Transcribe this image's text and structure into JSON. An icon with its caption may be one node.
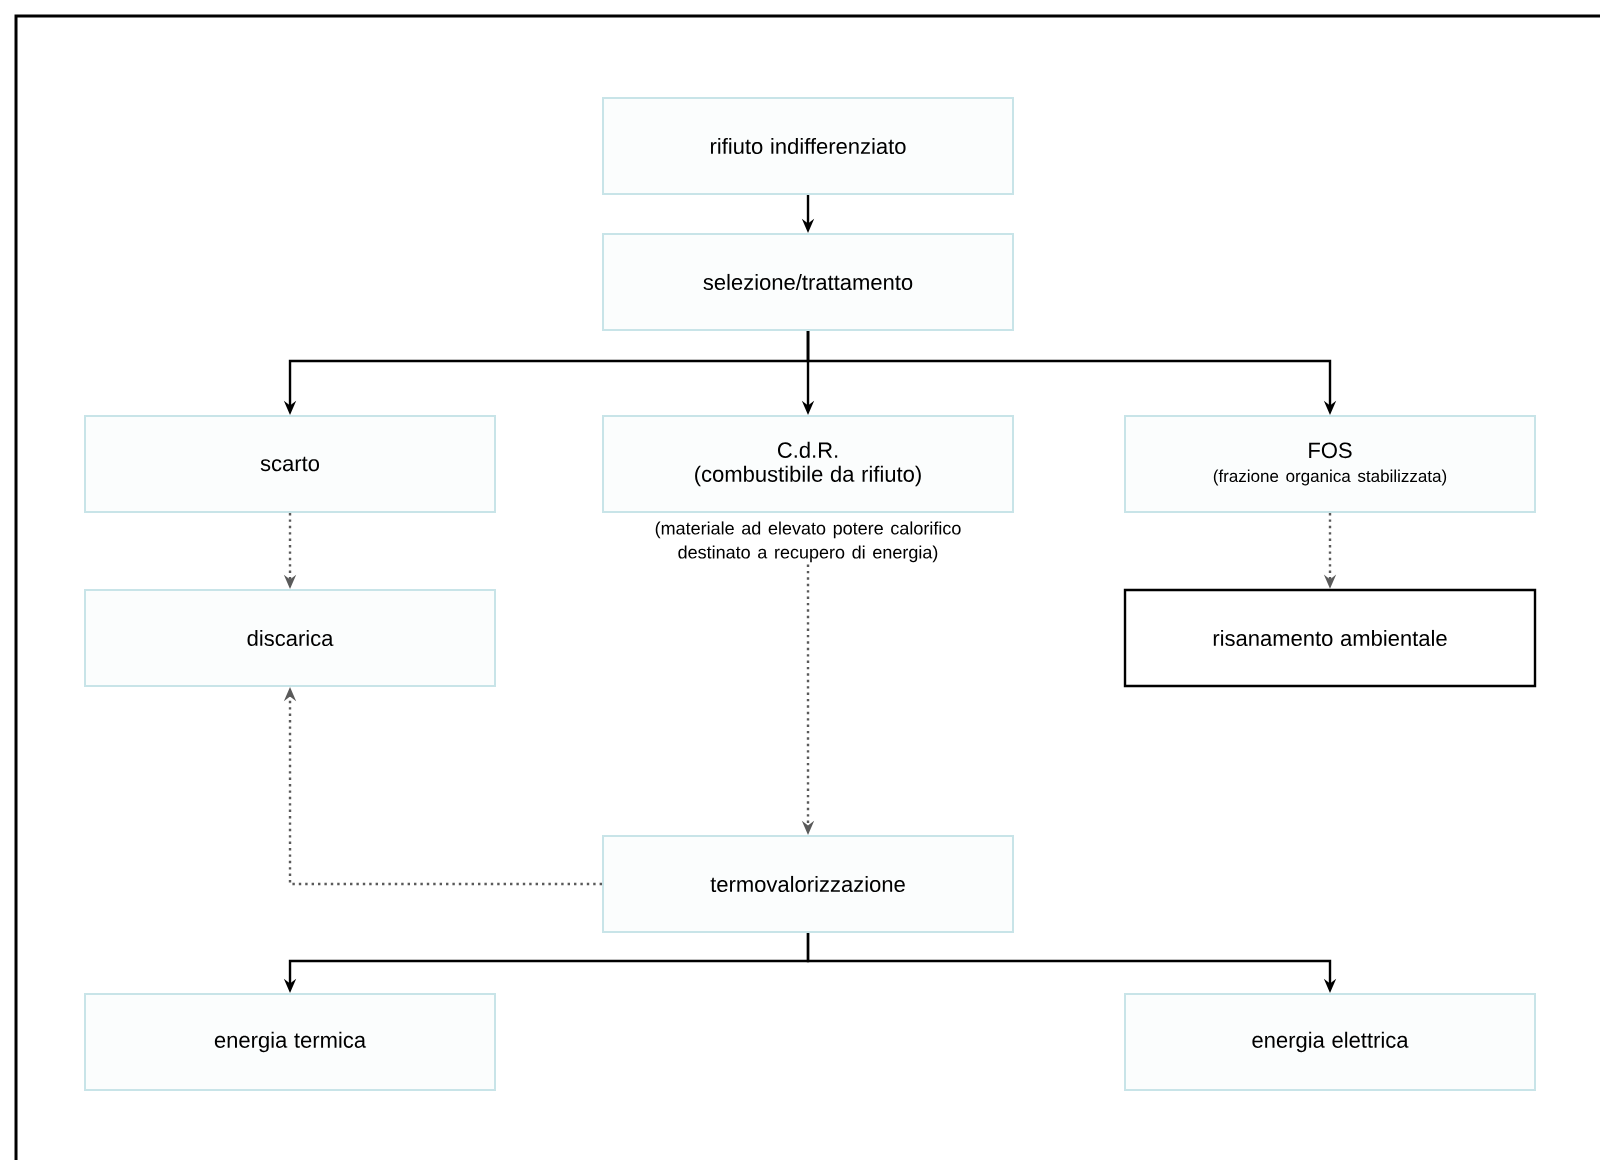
{
  "diagram": {
    "nodes": [
      {
        "text": [
          "rifiuto indifferenziato"
        ]
      },
      {
        "text": [
          "selezione/trattamento"
        ]
      },
      {
        "text": [
          "scarto"
        ]
      },
      {
        "text": [
          "C.d.R.",
          "(combustibile da rifiuto)"
        ],
        "beside": [
          "(materiale ad elevato potere calorifico destinato a recupero di energia)"
        ]
      },
      {
        "text": [
          "FOS",
          "(frazione organica stabilizzata)"
        ]
      },
      {
        "text": [
          "discarica"
        ]
      },
      {
        "text": [
          "risanamento ambientale"
        ]
      },
      {
        "text": [
          "termovalorizzazione"
        ]
      },
      {
        "text": [
          "energia termica"
        ]
      },
      {
        "text": [
          "energia elettrica"
        ]
      }
    ],
    "edges": [
      {
        "from": 0,
        "to": 1,
        "arrow": "to"
      },
      {
        "from": 1,
        "to": 2,
        "arrow": "to"
      },
      {
        "from": 1,
        "to": 3,
        "arrow": "to"
      },
      {
        "from": 1,
        "to": 4,
        "arrow": "to"
      },
      {
        "from": 2,
        "to": 5,
        "arrow": "to",
        "style": "dashed"
      },
      {
        "from": 4,
        "to": 6,
        "arrow": "to",
        "style": "dashed"
      },
      {
        "from": 3,
        "to": 7,
        "arrow": "to",
        "style": "dashed"
      },
      {
        "from": 7,
        "to": 5,
        "arrow": "to",
        "style": "dashed"
      },
      {
        "from": 7,
        "to": 8,
        "arrow": "to"
      },
      {
        "from": 7,
        "to": 9,
        "arrow": "to"
      }
    ]
  }
}
